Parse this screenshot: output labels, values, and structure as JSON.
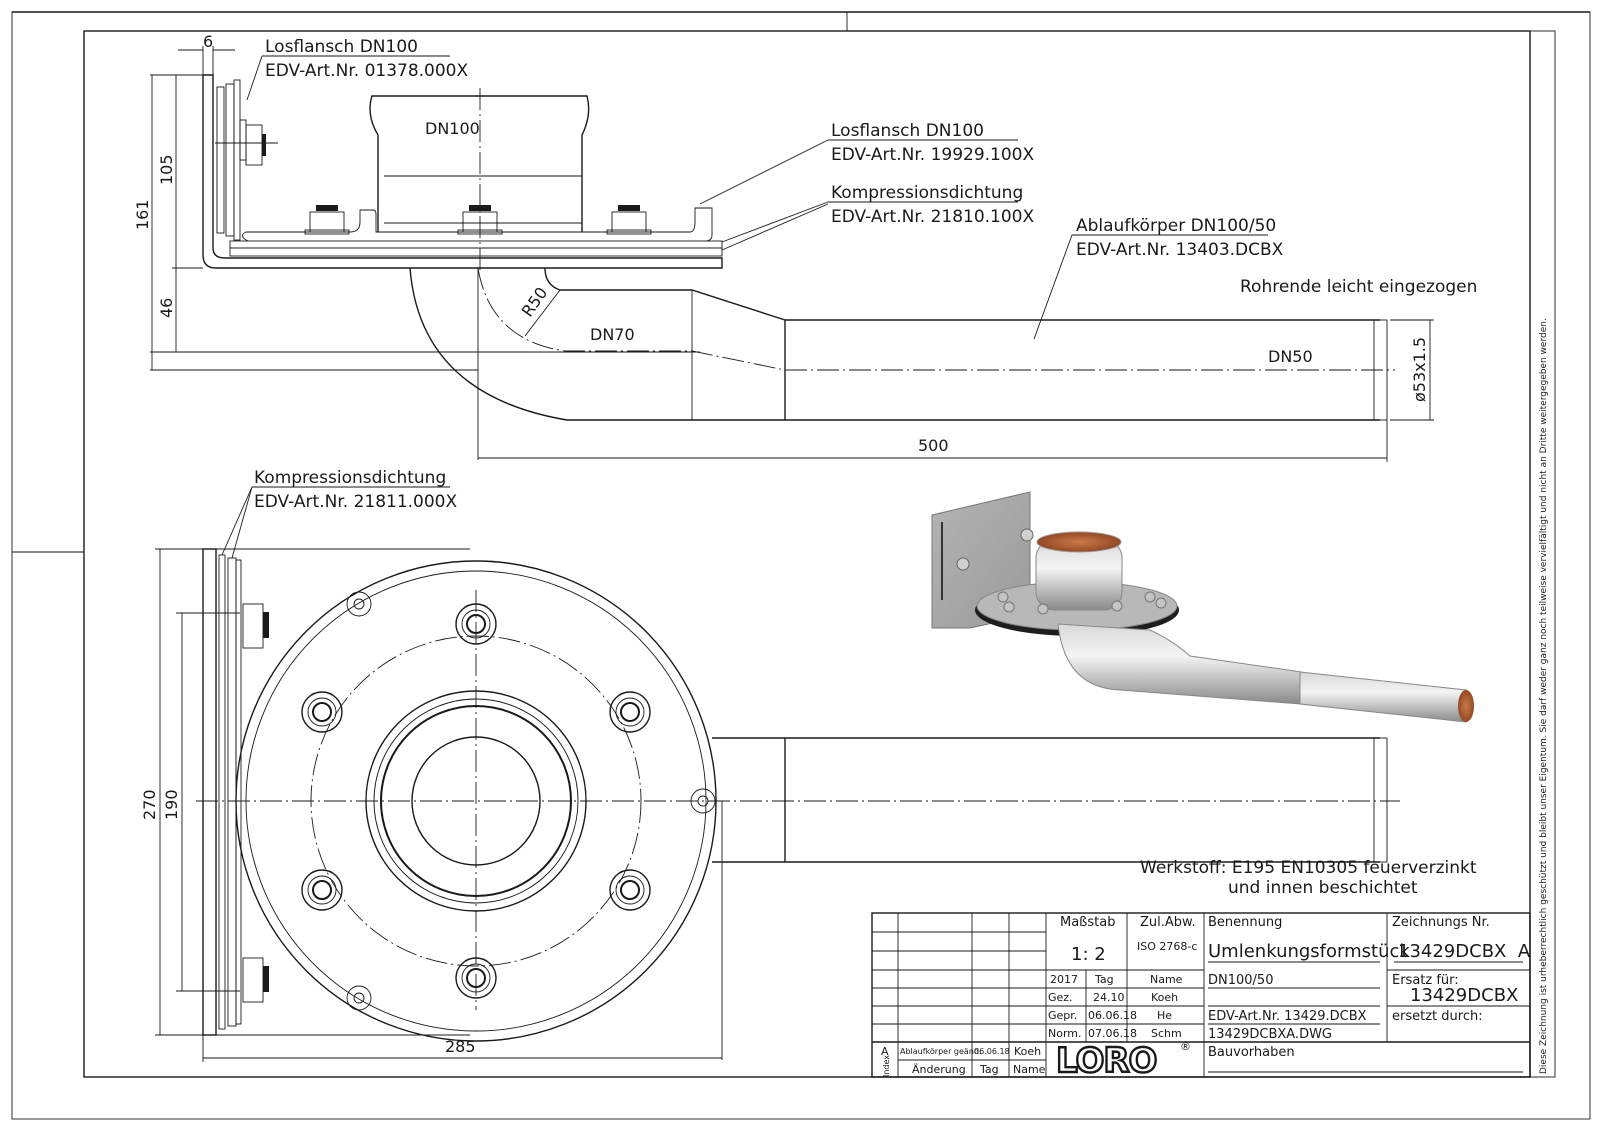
{
  "drawing": {
    "views": {
      "side_view": {
        "callouts": [
          {
            "name": "Losflansch DN100",
            "part_no": "EDV-Art.Nr. 01378.000X"
          },
          {
            "name": "Losflansch DN100",
            "part_no": "EDV-Art.Nr. 19929.100X"
          },
          {
            "name": "Kompressionsdichtung",
            "part_no": "EDV-Art.Nr. 21810.100X"
          },
          {
            "name": "Ablaufkörper DN100/50",
            "part_no": "EDV-Art.Nr. 13403.DCBX"
          }
        ],
        "note_pipe_end": "Rohrende leicht eingezogen",
        "labels": {
          "dn100": "DN100",
          "dn70": "DN70",
          "dn50": "DN50",
          "radius": "R50",
          "pipe_dia": "ø53x1.5"
        },
        "dimensions": {
          "thickness": "6",
          "height_upper": "105",
          "height_total": "161",
          "height_lower": "46",
          "length": "500"
        }
      },
      "top_view": {
        "callouts": [
          {
            "name": "Kompressionsdichtung",
            "part_no": "EDV-Art.Nr. 21811.000X"
          }
        ],
        "dimensions": {
          "height_total": "270",
          "bolt_spacing": "190",
          "width": "285"
        }
      },
      "render_3d": {
        "description": "isometric-render-of-drain-fitting"
      }
    },
    "material_note": {
      "line1": "Werkstoff:  E195  EN10305  feuerverzinkt",
      "line2": "und  innen  beschichtet"
    },
    "disclaimer": "Diese Zeichnung ist urheberrechtlich geschützt und bleibt unser Eigentum. Sie darf weder ganz noch teilweise vervielfältigt und nicht an Dritte weitergegeben werden."
  },
  "title_block": {
    "scale_label": "Maßstab",
    "scale_value": "1: 2",
    "tolerance_label": "Zul.Abw.",
    "tolerance_value": "ISO 2768-c",
    "year": "2017",
    "col_day": "Tag",
    "col_name": "Name",
    "rows": [
      {
        "role": "Gez.",
        "day": "24.10",
        "name": "Koeh"
      },
      {
        "role": "Gepr.",
        "day": "06.06.18",
        "name": "He"
      },
      {
        "role": "Norm.",
        "day": "07.06.18",
        "name": "Schm"
      }
    ],
    "revision": {
      "index": "A",
      "change": "Ablaufkörper geänd.",
      "day": "06.06.18",
      "name": "Koeh"
    },
    "revision_headers": {
      "index": "Index",
      "change": "Änderung",
      "day": "Tag",
      "name": "Name"
    },
    "logo": "LORO",
    "logo_mark": "®",
    "designation_label": "Benennung",
    "designation_value": "Umlenkungsformstück",
    "designation_sub": "DN100/50",
    "edv_no": "EDV-Art.Nr. 13429.DCBX",
    "file_name": "13429DCBXA.DWG",
    "drawing_no_label": "Zeichnungs Nr.",
    "drawing_no_value": "13429DCBX  A",
    "replaces_label": "Ersatz für:",
    "replaces_value": "13429DCBX",
    "replaced_by_label": "ersetzt durch:",
    "project_label": "Bauvorhaben"
  }
}
